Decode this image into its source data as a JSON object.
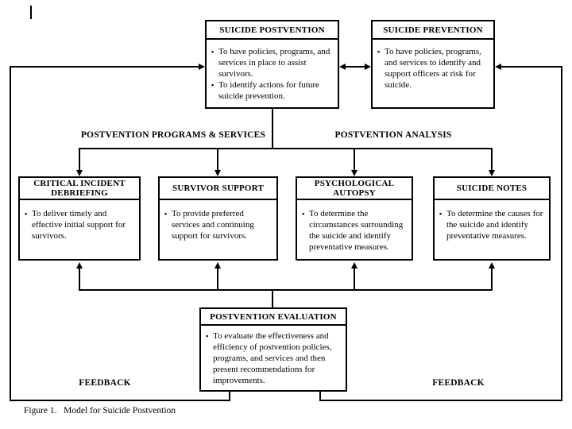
{
  "figure": {
    "caption": "Figure 1.   Model for Suicide Postvention"
  },
  "colors": {
    "line": "#000000",
    "background": "#ffffff",
    "text": "#000000"
  },
  "bullet_glyph": "▪",
  "labels": {
    "programs_services": "POSTVENTION PROGRAMS & SERVICES",
    "analysis": "POSTVENTION ANALYSIS",
    "feedback_left": "FEEDBACK",
    "feedback_right": "FEEDBACK"
  },
  "nodes": {
    "postvention": {
      "title": "SUICIDE POSTVENTION",
      "bullets": [
        "To have policies, programs, and services in place to assist survivors.",
        "To identify actions for future suicide prevention."
      ]
    },
    "prevention": {
      "title": "SUICIDE PREVENTION",
      "bullets": [
        "To have policies, programs, and services to identify and support officers at risk for suicide."
      ]
    },
    "debriefing": {
      "title": "CRITICAL INCIDENT DEBRIEFING",
      "bullets": [
        "To deliver timely and effective initial support for survivors."
      ]
    },
    "survivor_support": {
      "title": "SURVIVOR SUPPORT",
      "bullets": [
        "To provide preferred services and continuing support for survivors."
      ]
    },
    "autopsy": {
      "title": "PSYCHOLOGICAL AUTOPSY",
      "bullets": [
        "To determine the circumstances surrounding the suicide and identify preventative measures."
      ]
    },
    "notes": {
      "title": "SUICIDE NOTES",
      "bullets": [
        "To determine the causes for the suicide and identify preventative measures."
      ]
    },
    "evaluation": {
      "title": "POSTVENTION EVALUATION",
      "bullets": [
        "To evaluate the effectiveness and efficiency of postvention policies, programs, and services and then present recommendations for improvements."
      ]
    }
  }
}
